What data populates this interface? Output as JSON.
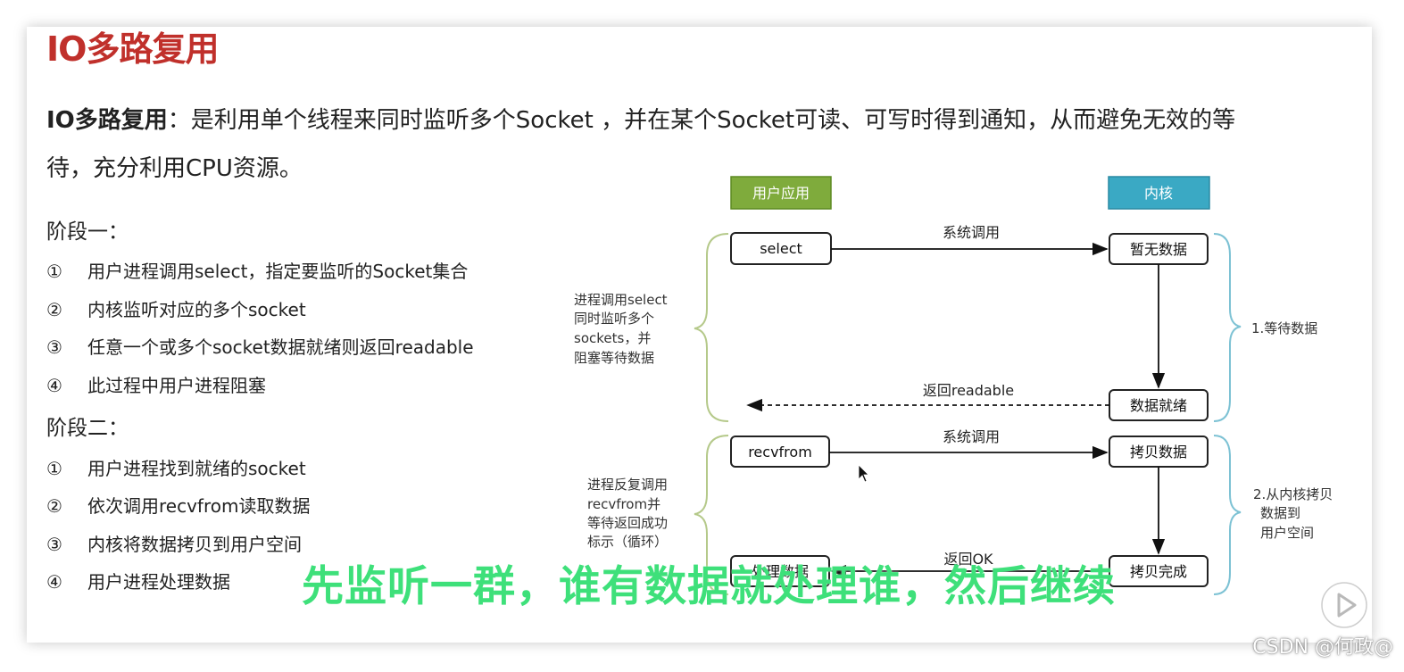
{
  "title": "IO多路复用",
  "intro": {
    "term": "IO多路复用",
    "colon": "：",
    "line1": "是利用单个线程来同时监听多个Socket ，并在某个Socket可读、可写时得到通知，从而避免无效的等",
    "line2": "待，充分利用CPU资源。"
  },
  "stage1": {
    "title": "阶段一：",
    "steps": [
      {
        "num": "①",
        "text": "用户进程调用select，指定要监听的Socket集合"
      },
      {
        "num": "②",
        "text": "内核监听对应的多个socket"
      },
      {
        "num": "③",
        "text": "任意一个或多个socket数据就绪则返回readable"
      },
      {
        "num": "④",
        "text": "此过程中用户进程阻塞"
      }
    ]
  },
  "stage2": {
    "title": "阶段二：",
    "steps": [
      {
        "num": "①",
        "text": "用户进程找到就绪的socket"
      },
      {
        "num": "②",
        "text": "依次调用recvfrom读取数据"
      },
      {
        "num": "③",
        "text": "内核将数据拷贝到用户空间"
      },
      {
        "num": "④",
        "text": "用户进程处理数据"
      }
    ]
  },
  "diagram": {
    "header_user": "用户应用",
    "header_kernel": "内核",
    "box_select": "select",
    "box_no_data": "暂无数据",
    "box_data_ready": "数据就绪",
    "box_recvfrom": "recvfrom",
    "box_copy_data": "拷贝数据",
    "box_copy_done": "拷贝完成",
    "box_process": "处理数据",
    "arrow_syscall_1": "系统调用",
    "arrow_return_readable": "返回readable",
    "arrow_syscall_2": "系统调用",
    "arrow_return_ok": "返回OK",
    "note_left_1": [
      "进程调用select",
      "同时监听多个",
      "sockets，并",
      "阻塞等待数据"
    ],
    "note_left_2": [
      "进程反复调用",
      "recvfrom并",
      "等待返回成功",
      "标示（循环）"
    ],
    "note_right_1": "1.等待数据",
    "note_right_2": [
      "2.从内核拷贝",
      "数据到",
      "用户空间"
    ],
    "colors": {
      "user_header": "#7fab3c",
      "kernel_header": "#3aa9c4",
      "brace_left": "#b5c98a",
      "brace_right": "#7dc2d4"
    }
  },
  "overlay": {
    "subtitle": "先监听一群，谁有数据就处理谁，然后继续",
    "watermark": "CSDN @何政@",
    "play_icon": "play-icon"
  },
  "colors": {
    "title": "#c0302b",
    "subtitle": "#3ee07a"
  }
}
